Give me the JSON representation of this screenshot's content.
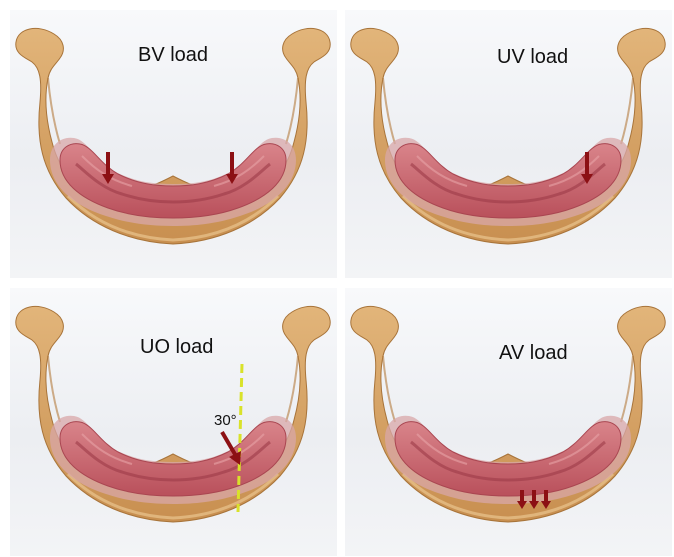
{
  "panels": {
    "bv": {
      "label": "BV load"
    },
    "uv": {
      "label": "UV load"
    },
    "uo": {
      "label": "UO load",
      "angle": "30°"
    },
    "av": {
      "label": "AV load"
    }
  },
  "colors": {
    "bone": "#d7a467",
    "bone_dark": "#b98243",
    "gum": "#c9656d",
    "gum_edge": "#a94651",
    "arrow": "#8c1014",
    "guide": "#d9e22a",
    "background_top": "#f7f8fa",
    "background_bottom": "#e7e9ee"
  }
}
